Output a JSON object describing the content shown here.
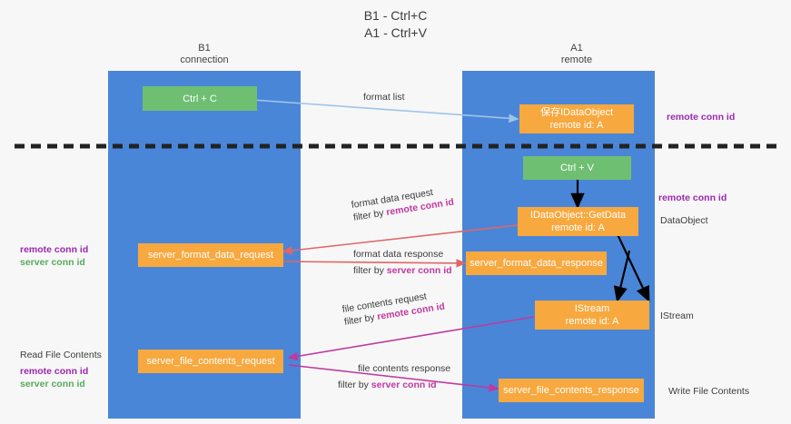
{
  "title": {
    "line1": "B1 - Ctrl+C",
    "line2": "A1 - Ctrl+V"
  },
  "columns": [
    {
      "id": "b1",
      "name": "B1",
      "subtitle": "connection"
    },
    {
      "id": "a1",
      "name": "A1",
      "subtitle": "remote"
    }
  ],
  "colors": {
    "lane": "#4a86d8",
    "box_green": "#6fbf73",
    "box_orange": "#f7a83e",
    "arrow_blue": "#9fc5e8",
    "arrow_red": "#e06666",
    "arrow_magenta": "#c0399f",
    "arrow_black": "#000000",
    "text_remote_conn_id": "#9c27b0",
    "text_server_conn_id": "#5aa95f",
    "divider": "#222222"
  },
  "boxes": {
    "ctrl_c": {
      "label": "Ctrl + C"
    },
    "save_idataobject": {
      "line1": "保存IDataObject",
      "line2": "remote id: A"
    },
    "ctrl_v": {
      "label": "Ctrl + V"
    },
    "getdata": {
      "line1": "IDataObject::GetData",
      "line2": "remote id: A"
    },
    "server_format_data_request": {
      "label": "server_format_data_request"
    },
    "server_format_data_response": {
      "label": "server_format_data_response"
    },
    "istream": {
      "line1": "IStream",
      "line2": "remote id: A"
    },
    "server_file_contents_request": {
      "label": "server_file_contents_request"
    },
    "server_file_contents_response": {
      "label": "server_file_contents_response"
    }
  },
  "edges": {
    "format_list": {
      "label": "format list"
    },
    "format_data_request": {
      "label": "format data request",
      "filter_prefix": "filter by ",
      "filter_key": "remote conn id"
    },
    "format_data_response": {
      "label": "format data response",
      "filter_prefix": "filter by ",
      "filter_key": "server conn id"
    },
    "file_contents_request": {
      "label": "file contents request",
      "filter_prefix": "filter by ",
      "filter_key": "remote conn id"
    },
    "file_contents_response": {
      "label": "file contents response",
      "filter_prefix": "filter by ",
      "filter_key": "server conn id"
    }
  },
  "notes": {
    "right_remote_conn_id_top": "remote conn id",
    "right_remote_conn_id_mid": "remote conn id",
    "right_dataobject": "DataObject",
    "right_istream": "IStream",
    "right_write_file_contents": "Write File Contents",
    "left_remote_conn_id_mid": "remote conn id",
    "left_server_conn_id_mid": "server conn id",
    "left_read_file_contents": "Read File Contents",
    "left_remote_conn_id_bottom": "remote conn id",
    "left_server_conn_id_bottom": "server conn id"
  }
}
